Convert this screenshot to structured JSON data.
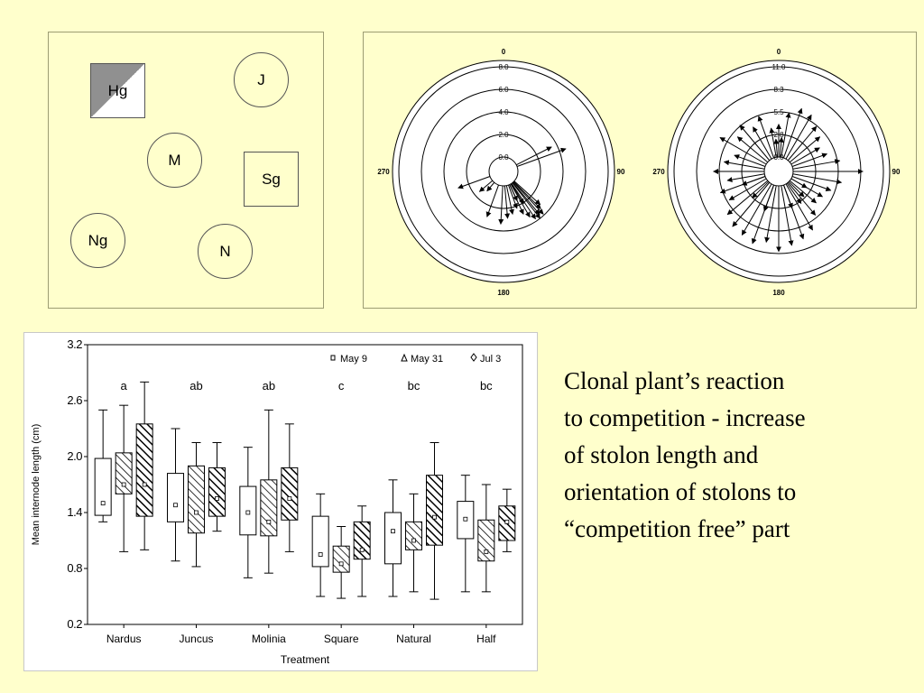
{
  "layout_diagram": {
    "plots": [
      {
        "label": "Hg",
        "shape": "square-diagonal"
      },
      {
        "label": "J",
        "shape": "circle"
      },
      {
        "label": "M",
        "shape": "circle"
      },
      {
        "label": "Sg",
        "shape": "square"
      },
      {
        "label": "Ng",
        "shape": "circle"
      },
      {
        "label": "N",
        "shape": "circle"
      }
    ]
  },
  "caption": {
    "lines": [
      "Clonal plant’s reaction",
      "to competition - increase",
      "of stolon length and",
      "orientation of stolons to",
      "“competition free” part"
    ]
  },
  "chart_data": [
    {
      "type": "polar",
      "direction_labels": {
        "top": "0",
        "right": "90",
        "bottom": "180",
        "left": "270"
      },
      "radial_tick_labels": [
        "0.0",
        "2.0",
        "4.0",
        "6.0",
        "8.0"
      ],
      "rlim": [
        0,
        8
      ],
      "series": [
        {
          "values": [
            [
              250,
              3.0
            ],
            [
              200,
              3.0
            ],
            [
              183,
              3.4
            ],
            [
              175,
              2.9
            ],
            [
              168,
              2.6
            ],
            [
              160,
              2.2
            ],
            [
              155,
              2.9
            ],
            [
              150,
              3.4
            ],
            [
              146,
              3.8
            ],
            [
              142,
              4.0
            ],
            [
              140,
              3.7
            ],
            [
              137,
              3.9
            ],
            [
              135,
              3.4
            ],
            [
              132,
              3.1
            ],
            [
              148,
              2.1
            ],
            [
              155,
              1.6
            ],
            [
              70,
              4.6
            ],
            [
              63,
              3.5
            ],
            [
              220,
              1.0
            ],
            [
              230,
              1.5
            ]
          ]
        }
      ]
    },
    {
      "type": "polar",
      "direction_labels": {
        "top": "0",
        "right": "90",
        "bottom": "180",
        "left": "270"
      },
      "radial_tick_labels": [
        "0.0",
        "2.8",
        "5.5",
        "8.3",
        "11.0"
      ],
      "rlim": [
        0,
        11
      ],
      "series": [
        {
          "values": [
            [
              0,
              4.0
            ],
            [
              10,
              5.5
            ],
            [
              20,
              6.4
            ],
            [
              30,
              6.2
            ],
            [
              40,
              5.4
            ],
            [
              50,
              4.8
            ],
            [
              60,
              4.0
            ],
            [
              70,
              4.5
            ],
            [
              80,
              5.8
            ],
            [
              90,
              8.5
            ],
            [
              100,
              6.0
            ],
            [
              110,
              5.0
            ],
            [
              120,
              4.4
            ],
            [
              130,
              4.2
            ],
            [
              140,
              5.2
            ],
            [
              150,
              6.5
            ],
            [
              160,
              7.0
            ],
            [
              170,
              7.4
            ],
            [
              180,
              8.0
            ],
            [
              190,
              7.0
            ],
            [
              200,
              7.6
            ],
            [
              210,
              7.2
            ],
            [
              220,
              7.0
            ],
            [
              230,
              6.4
            ],
            [
              240,
              5.2
            ],
            [
              250,
              5.8
            ],
            [
              260,
              4.6
            ],
            [
              270,
              6.2
            ],
            [
              280,
              5.0
            ],
            [
              290,
              4.0
            ],
            [
              300,
              6.5
            ],
            [
              310,
              4.8
            ],
            [
              320,
              5.6
            ],
            [
              330,
              4.5
            ],
            [
              340,
              5.4
            ],
            [
              350,
              3.6
            ],
            [
              355,
              2.2
            ],
            [
              5,
              2.4
            ],
            [
              120,
              2.2
            ],
            [
              135,
              2.6
            ],
            [
              145,
              3.0
            ],
            [
              225,
              2.8
            ],
            [
              250,
              3.0
            ],
            [
              200,
              3.4
            ],
            [
              160,
              3.0
            ]
          ]
        }
      ]
    },
    {
      "type": "box",
      "title": "",
      "xlabel": "Treatment",
      "ylabel": "Mean internode length (cm)",
      "ylim": [
        0.2,
        3.2
      ],
      "yticks": [
        "0.2",
        "0.8",
        "1.4",
        "2.0",
        "2.6",
        "3.2"
      ],
      "categories": [
        "Nardus",
        "Juncus",
        "Molinia",
        "Square",
        "Natural",
        "Half"
      ],
      "significance_letters": [
        "a",
        "ab",
        "ab",
        "c",
        "bc",
        "bc"
      ],
      "legend": {
        "position": "top-right",
        "entries": [
          "May 9",
          "May 31",
          "Jul 3"
        ]
      },
      "series": [
        {
          "name": "May 9",
          "pattern": "open",
          "boxes": [
            {
              "min": 1.3,
              "q1": 1.37,
              "median": 1.5,
              "q3": 1.98,
              "max": 2.5
            },
            {
              "min": 0.88,
              "q1": 1.3,
              "median": 1.48,
              "q3": 1.82,
              "max": 2.3
            },
            {
              "min": 0.7,
              "q1": 1.16,
              "median": 1.4,
              "q3": 1.68,
              "max": 2.1
            },
            {
              "min": 0.5,
              "q1": 0.82,
              "median": 0.95,
              "q3": 1.36,
              "max": 1.6
            },
            {
              "min": 0.5,
              "q1": 0.85,
              "median": 1.2,
              "q3": 1.4,
              "max": 1.75
            },
            {
              "min": 0.55,
              "q1": 1.12,
              "median": 1.33,
              "q3": 1.52,
              "max": 1.8
            }
          ]
        },
        {
          "name": "May 31",
          "pattern": "hatched",
          "boxes": [
            {
              "min": 0.98,
              "q1": 1.6,
              "median": 1.7,
              "q3": 2.04,
              "max": 2.55
            },
            {
              "min": 0.82,
              "q1": 1.18,
              "median": 1.4,
              "q3": 1.9,
              "max": 2.15
            },
            {
              "min": 0.75,
              "q1": 1.15,
              "median": 1.3,
              "q3": 1.75,
              "max": 2.5
            },
            {
              "min": 0.48,
              "q1": 0.76,
              "median": 0.85,
              "q3": 1.04,
              "max": 1.25
            },
            {
              "min": 0.55,
              "q1": 1.0,
              "median": 1.1,
              "q3": 1.3,
              "max": 1.6
            },
            {
              "min": 0.55,
              "q1": 0.88,
              "median": 0.98,
              "q3": 1.32,
              "max": 1.7
            }
          ]
        },
        {
          "name": "Jul 3",
          "pattern": "hatched-bold",
          "boxes": [
            {
              "min": 1.0,
              "q1": 1.36,
              "median": 1.7,
              "q3": 2.35,
              "max": 2.8
            },
            {
              "min": 1.2,
              "q1": 1.36,
              "median": 1.55,
              "q3": 1.88,
              "max": 2.15
            },
            {
              "min": 0.98,
              "q1": 1.32,
              "median": 1.55,
              "q3": 1.88,
              "max": 2.35
            },
            {
              "min": 0.5,
              "q1": 0.9,
              "median": 1.0,
              "q3": 1.3,
              "max": 1.47
            },
            {
              "min": 0.47,
              "q1": 1.05,
              "median": 1.35,
              "q3": 1.8,
              "max": 2.15
            },
            {
              "min": 0.98,
              "q1": 1.1,
              "median": 1.3,
              "q3": 1.47,
              "max": 1.65
            }
          ]
        }
      ]
    }
  ]
}
